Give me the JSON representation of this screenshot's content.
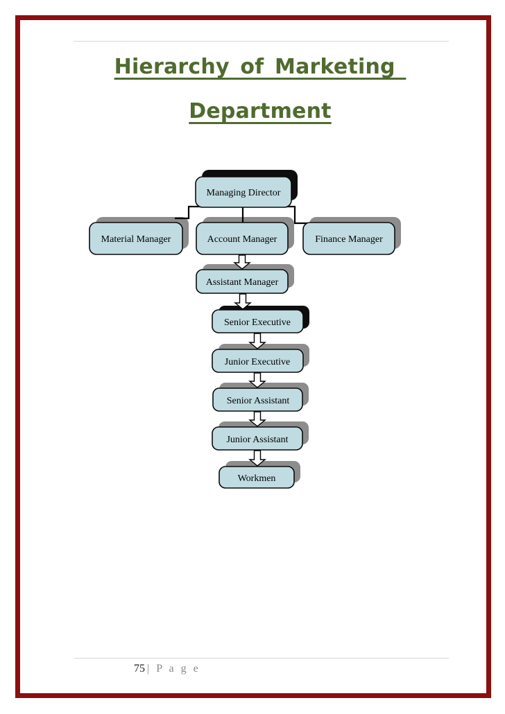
{
  "document": {
    "title_line1": "Hierarchy of Marketing ",
    "title_line2": "Department",
    "footer": {
      "page_number": "75",
      "page_marker": "| P a g e"
    }
  },
  "org_chart": {
    "type": "hierarchy-diagram",
    "nodes": [
      {
        "id": "managing-director",
        "label": "Managing Director",
        "level": 1,
        "shadow": "black"
      },
      {
        "id": "material-manager",
        "label": "Material Manager",
        "level": 2,
        "shadow": "gray"
      },
      {
        "id": "account-manager",
        "label": "Account Manager",
        "level": 2,
        "shadow": "gray"
      },
      {
        "id": "finance-manager",
        "label": "Finance Manager",
        "level": 2,
        "shadow": "gray"
      },
      {
        "id": "assistant-manager",
        "label": "Assistant Manager",
        "level": 3,
        "shadow": "gray"
      },
      {
        "id": "senior-executive",
        "label": "Senior Executive",
        "level": 4,
        "shadow": "black"
      },
      {
        "id": "junior-executive",
        "label": "Junior Executive",
        "level": 5,
        "shadow": "gray"
      },
      {
        "id": "senior-assistant",
        "label": "Senior Assistant",
        "level": 6,
        "shadow": "gray"
      },
      {
        "id": "junior-assistant",
        "label": "Junior Assistant",
        "level": 7,
        "shadow": "gray"
      },
      {
        "id": "workmen",
        "label": "Workmen",
        "level": 8,
        "shadow": "gray"
      }
    ],
    "edges": [
      [
        "Managing Director",
        "Material Manager"
      ],
      [
        "Managing Director",
        "Account Manager"
      ],
      [
        "Managing Director",
        "Finance Manager"
      ],
      [
        "Account Manager",
        "Assistant Manager"
      ],
      [
        "Assistant Manager",
        "Senior Executive"
      ],
      [
        "Senior Executive",
        "Junior Executive"
      ],
      [
        "Junior Executive",
        "Senior Assistant"
      ],
      [
        "Senior Assistant",
        "Junior Assistant"
      ],
      [
        "Junior Assistant",
        "Workmen"
      ]
    ]
  },
  "colors": {
    "page_border": "#8b0f0f",
    "title_text": "#4f6b2e",
    "node_fill": "#c0dce2",
    "node_border": "#0a0a0a",
    "shadow_gray": "#8d8d8d",
    "shadow_black": "#0e0e0e",
    "footer_gray": "#8a8a8a",
    "rule_line": "#d9d9d9"
  }
}
